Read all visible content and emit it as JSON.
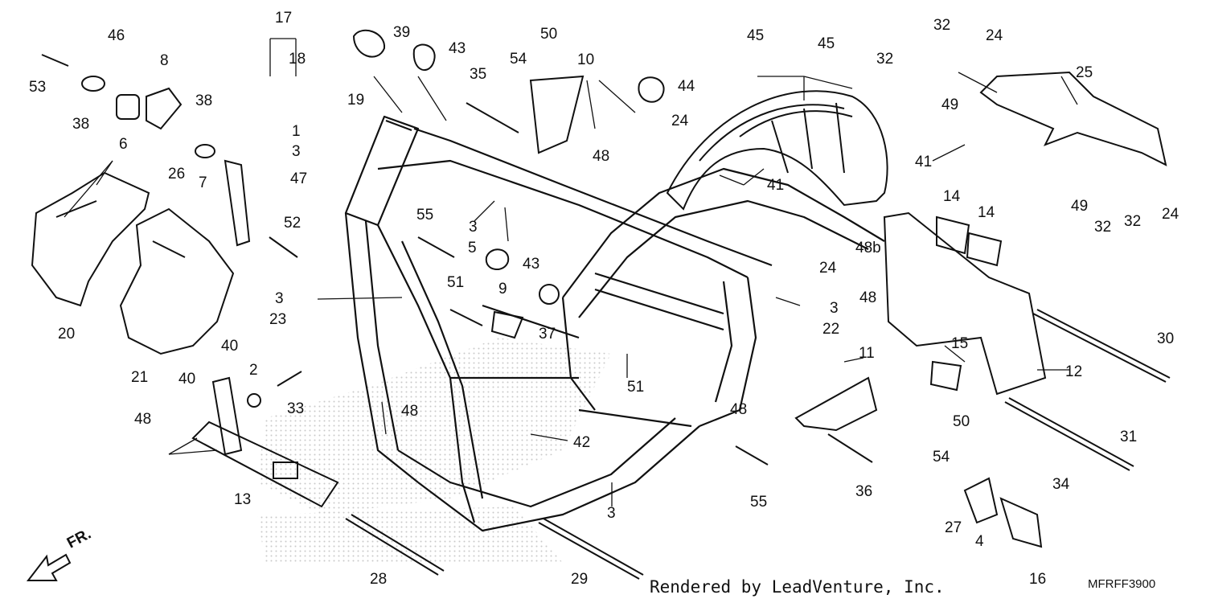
{
  "diagram": {
    "callouts": [
      {
        "id": "53"
      },
      {
        "id": "46"
      },
      {
        "id": "8"
      },
      {
        "id": "38"
      },
      {
        "id": "6"
      },
      {
        "id": "38b",
        "text": "38"
      },
      {
        "id": "17"
      },
      {
        "id": "18"
      },
      {
        "id": "19"
      },
      {
        "id": "39"
      },
      {
        "id": "43"
      },
      {
        "id": "50"
      },
      {
        "id": "54"
      },
      {
        "id": "10"
      },
      {
        "id": "35"
      },
      {
        "id": "44"
      },
      {
        "id": "45"
      },
      {
        "id": "45b",
        "text": "45"
      },
      {
        "id": "32"
      },
      {
        "id": "32b",
        "text": "32"
      },
      {
        "id": "24"
      },
      {
        "id": "24b",
        "text": "24"
      },
      {
        "id": "49"
      },
      {
        "id": "25"
      },
      {
        "id": "1"
      },
      {
        "id": "3"
      },
      {
        "id": "26"
      },
      {
        "id": "47"
      },
      {
        "id": "7"
      },
      {
        "id": "48"
      },
      {
        "id": "41"
      },
      {
        "id": "41b",
        "text": "41"
      },
      {
        "id": "52"
      },
      {
        "id": "55"
      },
      {
        "id": "3b",
        "text": "3"
      },
      {
        "id": "5"
      },
      {
        "id": "43b",
        "text": "43"
      },
      {
        "id": "24c",
        "text": "24"
      },
      {
        "id": "48b",
        "text": "48"
      },
      {
        "id": "14"
      },
      {
        "id": "14b",
        "text": "14"
      },
      {
        "id": "49b",
        "text": "49"
      },
      {
        "id": "32c",
        "text": "32"
      },
      {
        "id": "32d",
        "text": "32"
      },
      {
        "id": "24d",
        "text": "24"
      },
      {
        "id": "20"
      },
      {
        "id": "3c",
        "text": "3"
      },
      {
        "id": "23"
      },
      {
        "id": "51"
      },
      {
        "id": "9"
      },
      {
        "id": "37"
      },
      {
        "id": "40"
      },
      {
        "id": "3d",
        "text": "3"
      },
      {
        "id": "22"
      },
      {
        "id": "48c",
        "text": "48"
      },
      {
        "id": "30"
      },
      {
        "id": "15"
      },
      {
        "id": "12"
      },
      {
        "id": "21"
      },
      {
        "id": "40b",
        "text": "40"
      },
      {
        "id": "2"
      },
      {
        "id": "33"
      },
      {
        "id": "11"
      },
      {
        "id": "51b",
        "text": "51"
      },
      {
        "id": "48d",
        "text": "48"
      },
      {
        "id": "48e",
        "text": "48"
      },
      {
        "id": "50b",
        "text": "50"
      },
      {
        "id": "48f",
        "text": "48"
      },
      {
        "id": "42"
      },
      {
        "id": "31"
      },
      {
        "id": "54b",
        "text": "54"
      },
      {
        "id": "13"
      },
      {
        "id": "3e",
        "text": "3"
      },
      {
        "id": "55b",
        "text": "55"
      },
      {
        "id": "36"
      },
      {
        "id": "34"
      },
      {
        "id": "27"
      },
      {
        "id": "4"
      },
      {
        "id": "28"
      },
      {
        "id": "29"
      },
      {
        "id": "16"
      }
    ]
  },
  "footer": {
    "credit": "Rendered by LeadVenture, Inc.",
    "code": "MFRFF3900",
    "direction": "FR."
  }
}
